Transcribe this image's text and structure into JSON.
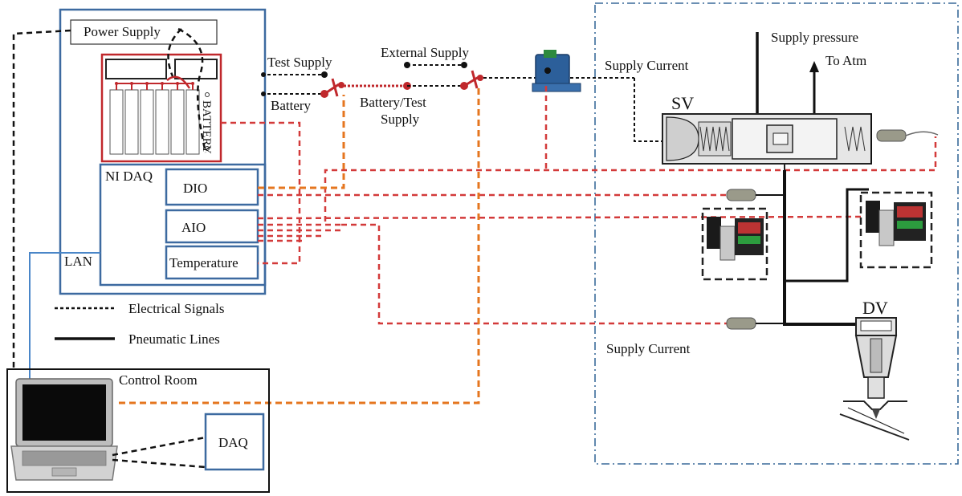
{
  "labels": {
    "power_supply": "Power Supply",
    "battery_vertical": "BATTERY",
    "ni_daq": "NI DAQ",
    "dio": "DIO",
    "aio": "AIO",
    "temperature": "Temperature",
    "lan": "LAN",
    "test_supply": "Test Supply",
    "battery": "Battery",
    "external_supply": "External Supply",
    "battery_test_supply_1": "Battery/Test",
    "battery_test_supply_2": "Supply",
    "supply_current_top": "Supply Current",
    "supply_pressure": "Supply pressure",
    "to_atm": "To Atm",
    "sv": "SV",
    "dv": "DV",
    "supply_current_bottom": "Supply Current",
    "control_room": "Control Room",
    "daq": "DAQ"
  },
  "legend": {
    "electrical": "Electrical Signals",
    "pneumatic": "Pneumatic Lines"
  },
  "colors": {
    "blue_box": "#3d6aa0",
    "red": "#d33a3a",
    "orange": "#e5761f",
    "black": "#111111",
    "lan_blue": "#4a86c8",
    "dashdot_blue": "#3a6a9a",
    "device_gray": "#9a9a8a"
  }
}
